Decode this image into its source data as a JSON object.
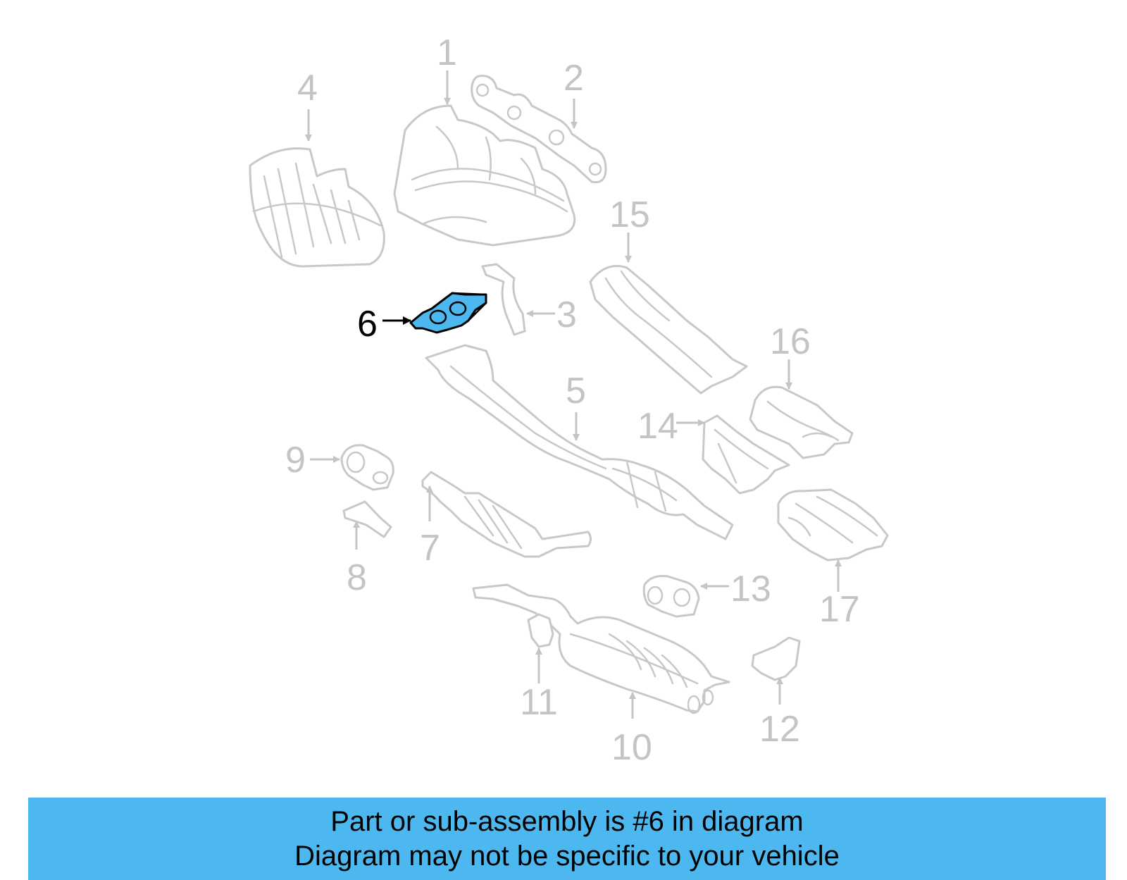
{
  "diagram": {
    "callouts": [
      {
        "id": "1",
        "label": "1"
      },
      {
        "id": "2",
        "label": "2"
      },
      {
        "id": "3",
        "label": "3"
      },
      {
        "id": "4",
        "label": "4"
      },
      {
        "id": "5",
        "label": "5"
      },
      {
        "id": "6",
        "label": "6",
        "highlighted": true
      },
      {
        "id": "7",
        "label": "7"
      },
      {
        "id": "8",
        "label": "8"
      },
      {
        "id": "9",
        "label": "9"
      },
      {
        "id": "10",
        "label": "10"
      },
      {
        "id": "11",
        "label": "11"
      },
      {
        "id": "12",
        "label": "12"
      },
      {
        "id": "13",
        "label": "13"
      },
      {
        "id": "14",
        "label": "14"
      },
      {
        "id": "15",
        "label": "15"
      },
      {
        "id": "16",
        "label": "16"
      },
      {
        "id": "17",
        "label": "17"
      }
    ],
    "colors": {
      "highlight_fill": "#4db8ef",
      "part_line": "#c8c8c8",
      "highlight_line": "#000000"
    }
  },
  "banner": {
    "line1": "Part or sub-assembly is #6 in diagram",
    "line2": "Diagram may not be specific to your vehicle",
    "background": "#4db8ef"
  }
}
